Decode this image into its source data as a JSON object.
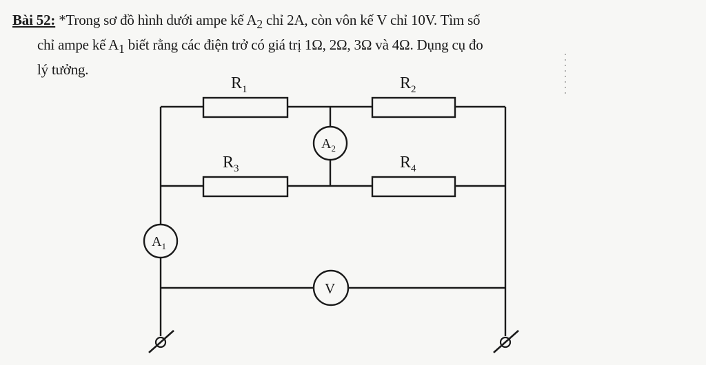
{
  "problem": {
    "number": "Bài 52:",
    "line1_a": " *Trong sơ đồ hình dưới ampe kế A",
    "line1_sub": "2",
    "line1_b": " chỉ 2A, còn vôn kế V chỉ 10V. Tìm số",
    "line2_a": "chỉ ampe kế A",
    "line2_sub": "1",
    "line2_b": " biết rằng các điện trở có giá trị 1Ω, 2Ω, 3Ω và 4Ω. Dụng cụ đo",
    "line3": "lý tưởng."
  },
  "circuit": {
    "resistors": [
      {
        "name": "R",
        "sub": "1"
      },
      {
        "name": "R",
        "sub": "2"
      },
      {
        "name": "R",
        "sub": "3"
      },
      {
        "name": "R",
        "sub": "4"
      }
    ],
    "ammeter_a1": {
      "name": "A",
      "sub": "1"
    },
    "ammeter_a2": {
      "name": "A",
      "sub": "2"
    },
    "voltmeter": "V"
  }
}
